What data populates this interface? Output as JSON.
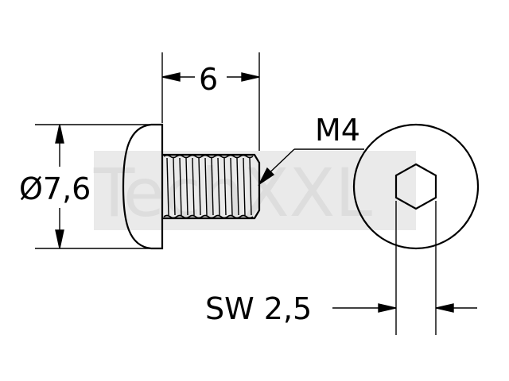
{
  "watermark": {
    "text": "TechXXL"
  },
  "dimensions": {
    "length_label": "6",
    "head_diameter_label": "Ø7,6",
    "thread_label": "M4",
    "wrench_size_label": "SW 2,5"
  },
  "colors": {
    "line": "#000000",
    "watermark": "#dcdcdc",
    "background": "#ffffff"
  }
}
